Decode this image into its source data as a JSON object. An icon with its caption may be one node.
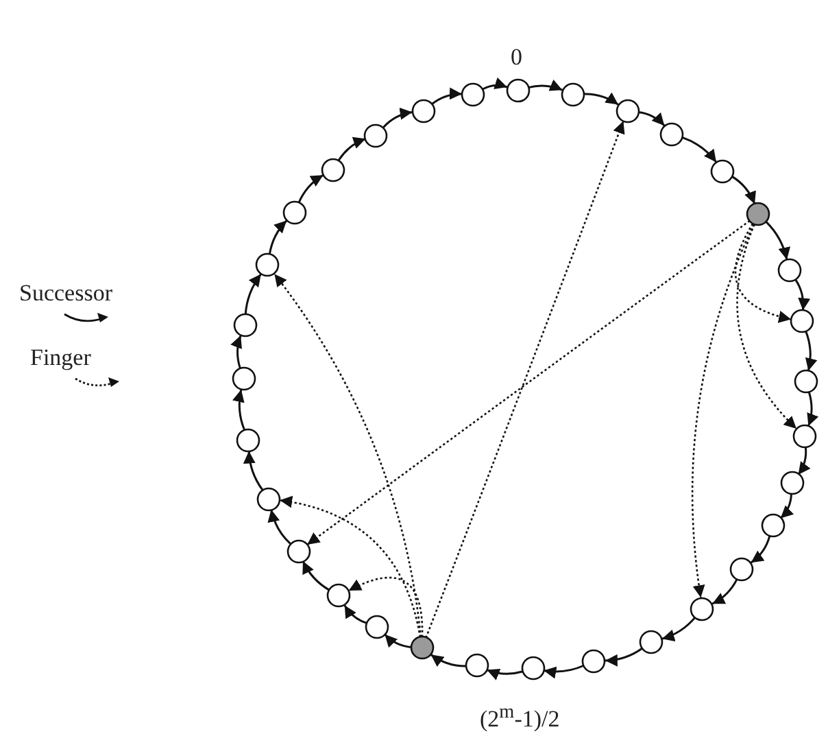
{
  "diagram": {
    "nodes": [
      {
        "text": [],
        "shape": "circle",
        "beside": [
          "0"
        ]
      },
      {
        "text": [],
        "shape": "circle"
      },
      {
        "text": [],
        "shape": "circle"
      },
      {
        "text": [],
        "shape": "circle"
      },
      {
        "text": [],
        "shape": "circle"
      },
      {
        "text": [],
        "shape": "circle"
      },
      {
        "text": [],
        "shape": "circle"
      },
      {
        "text": [],
        "shape": "circle"
      },
      {
        "text": [],
        "shape": "circle"
      },
      {
        "text": [],
        "shape": "circle"
      },
      {
        "text": [],
        "shape": "circle"
      },
      {
        "text": [],
        "shape": "circle"
      },
      {
        "text": [],
        "shape": "circle"
      },
      {
        "text": [],
        "shape": "circle"
      },
      {
        "text": [],
        "shape": "circle"
      },
      {
        "text": [],
        "shape": "circle"
      },
      {
        "text": [],
        "shape": "circle"
      },
      {
        "text": [],
        "shape": "circle"
      },
      {
        "text": [],
        "shape": "circle"
      },
      {
        "text": [],
        "shape": "circle"
      },
      {
        "text": [],
        "shape": "circle"
      },
      {
        "text": [],
        "shape": "circle"
      },
      {
        "text": [],
        "shape": "circle"
      },
      {
        "text": [],
        "shape": "circle"
      },
      {
        "text": [],
        "shape": "circle"
      },
      {
        "text": [],
        "shape": "circle"
      },
      {
        "text": [],
        "shape": "circle"
      },
      {
        "text": [],
        "shape": "circle"
      },
      {
        "text": [],
        "shape": "circle"
      },
      {
        "text": [],
        "shape": "circle"
      },
      {
        "text": [],
        "shape": "circle"
      },
      {
        "text": [],
        "shape": "circle"
      }
    ],
    "edges": [
      {
        "from": 0,
        "to": 1,
        "arrow": "to"
      },
      {
        "from": 1,
        "to": 2,
        "arrow": "to"
      },
      {
        "from": 2,
        "to": 3,
        "arrow": "to"
      },
      {
        "from": 3,
        "to": 4,
        "arrow": "to"
      },
      {
        "from": 4,
        "to": 5,
        "arrow": "to"
      },
      {
        "from": 5,
        "to": 6,
        "arrow": "to"
      },
      {
        "from": 6,
        "to": 7,
        "arrow": "to"
      },
      {
        "from": 7,
        "to": 8,
        "arrow": "to"
      },
      {
        "from": 8,
        "to": 9,
        "arrow": "to"
      },
      {
        "from": 9,
        "to": 10,
        "arrow": "to"
      },
      {
        "from": 10,
        "to": 11,
        "arrow": "to"
      },
      {
        "from": 11,
        "to": 12,
        "arrow": "to"
      },
      {
        "from": 12,
        "to": 13,
        "arrow": "to"
      },
      {
        "from": 13,
        "to": 14,
        "arrow": "to"
      },
      {
        "from": 14,
        "to": 15,
        "arrow": "to"
      },
      {
        "from": 15,
        "to": 16,
        "arrow": "to"
      },
      {
        "from": 16,
        "to": 17,
        "arrow": "to"
      },
      {
        "from": 17,
        "to": 18,
        "arrow": "to"
      },
      {
        "from": 18,
        "to": 19,
        "arrow": "to"
      },
      {
        "from": 19,
        "to": 20,
        "arrow": "to"
      },
      {
        "from": 20,
        "to": 21,
        "arrow": "to"
      },
      {
        "from": 21,
        "to": 22,
        "arrow": "to"
      },
      {
        "from": 22,
        "to": 23,
        "arrow": "to"
      },
      {
        "from": 23,
        "to": 24,
        "arrow": "to"
      },
      {
        "from": 24,
        "to": 25,
        "arrow": "to"
      },
      {
        "from": 25,
        "to": 26,
        "arrow": "to"
      },
      {
        "from": 26,
        "to": 27,
        "arrow": "to"
      },
      {
        "from": 27,
        "to": 28,
        "arrow": "to"
      },
      {
        "from": 28,
        "to": 29,
        "arrow": "to"
      },
      {
        "from": 29,
        "to": 30,
        "arrow": "to"
      },
      {
        "from": 30,
        "to": 31,
        "arrow": "to"
      },
      {
        "from": 31,
        "to": 0,
        "arrow": "to"
      },
      {
        "from": 5,
        "to": 7,
        "arrow": "to",
        "style": "dashed"
      },
      {
        "from": 5,
        "to": 9,
        "arrow": "to",
        "style": "dashed"
      },
      {
        "from": 5,
        "to": 13,
        "arrow": "to",
        "style": "dashed"
      },
      {
        "from": 5,
        "to": 21,
        "arrow": "to",
        "style": "dashed"
      },
      {
        "from": 18,
        "to": 20,
        "arrow": "to",
        "style": "dashed"
      },
      {
        "from": 18,
        "to": 22,
        "arrow": "to",
        "style": "dashed"
      },
      {
        "from": 18,
        "to": 26,
        "arrow": "to",
        "style": "dashed"
      },
      {
        "from": 18,
        "to": 2,
        "arrow": "to",
        "style": "dashed"
      }
    ],
    "labels": [
      "(2$^{m}$-1)/2"
    ],
    "legend": [
      {
        "text": "Successor"
      },
      {
        "text": "Finger"
      }
    ]
  }
}
